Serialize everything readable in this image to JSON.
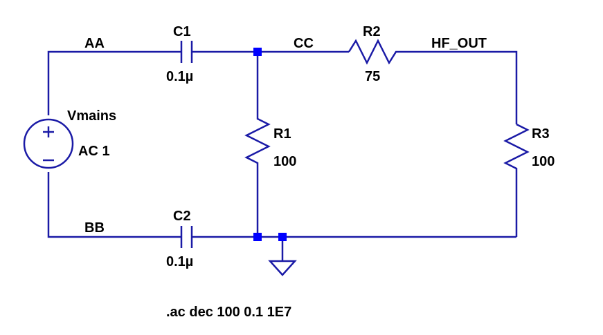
{
  "nets": {
    "aa": "AA",
    "bb": "BB",
    "cc": "CC",
    "hf_out": "HF_OUT"
  },
  "components": {
    "c1": {
      "name": "C1",
      "value": "0.1µ"
    },
    "c2": {
      "name": "C2",
      "value": "0.1µ"
    },
    "r1": {
      "name": "R1",
      "value": "100"
    },
    "r2": {
      "name": "R2",
      "value": "75"
    },
    "r3": {
      "name": "R3",
      "value": "100"
    },
    "source": {
      "name": "Vmains",
      "value": "AC 1"
    }
  },
  "directive": ".ac dec 100 0.1 1E7",
  "colors": {
    "wire": "#1a1aa6",
    "junction": "#0000ff",
    "text": "#000000"
  }
}
